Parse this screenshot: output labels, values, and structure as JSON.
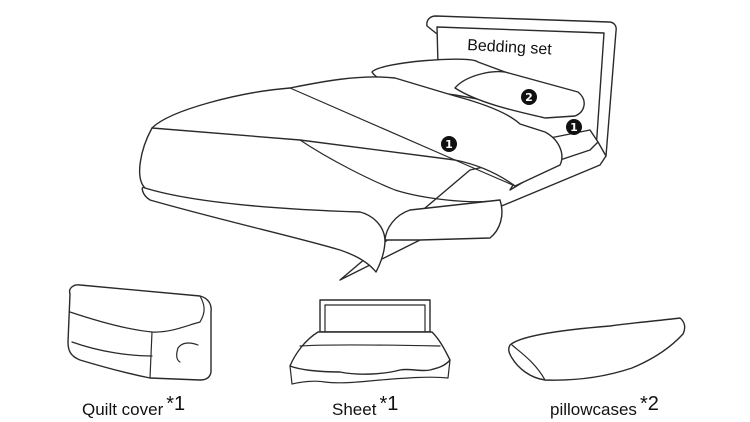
{
  "headboard_label": "Bedding set",
  "badges": {
    "quilt_cover": "1",
    "pillowcase": "2",
    "sheet": "1"
  },
  "items": [
    {
      "name": "Quilt cover",
      "qty": "*1"
    },
    {
      "name": "Sheet",
      "qty": "*1"
    },
    {
      "name": "pillowcases",
      "qty": "*2"
    }
  ]
}
